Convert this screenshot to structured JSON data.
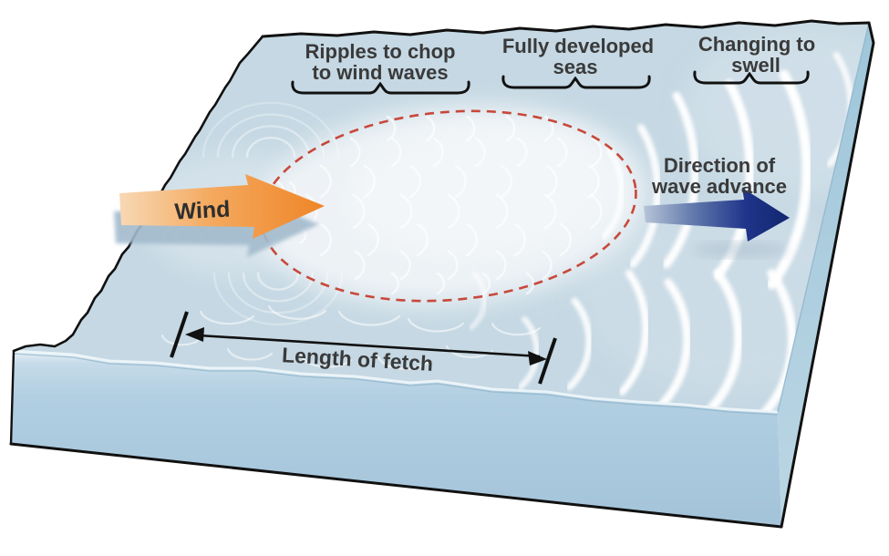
{
  "diagram": {
    "zones": [
      {
        "line1": "Ripples to chop",
        "line2": "to wind waves"
      },
      {
        "line1": "Fully developed",
        "line2": "seas"
      },
      {
        "line1": "Changing to",
        "line2": "swell"
      }
    ],
    "wind_label": "Wind",
    "direction_label_line1": "Direction of",
    "direction_label_line2": "wave advance",
    "fetch_label": "Length of fetch",
    "colors": {
      "water_surface": "#c5d8e3",
      "water_front_top": "#e7f1f7",
      "water_front_mid": "#b2cfe2",
      "water_front_bottom": "#a3c3d9",
      "water_side_top": "#9ec6da",
      "water_side_bottom": "#bcd6e4",
      "fetch_area_fill": "#f0f4f7",
      "fetch_outline": "#c8483a",
      "wind_arrow_light": "#f8d8b4",
      "wind_arrow_dark": "#ef8527",
      "wind_arrow_shadow": "#a3bbcd",
      "wave_arrow_light": "#b7c4d8",
      "wave_arrow_dark": "#12276f",
      "label_text": "#3a3a3a",
      "outline": "#111111",
      "ripple_white": "#ffffff"
    }
  }
}
